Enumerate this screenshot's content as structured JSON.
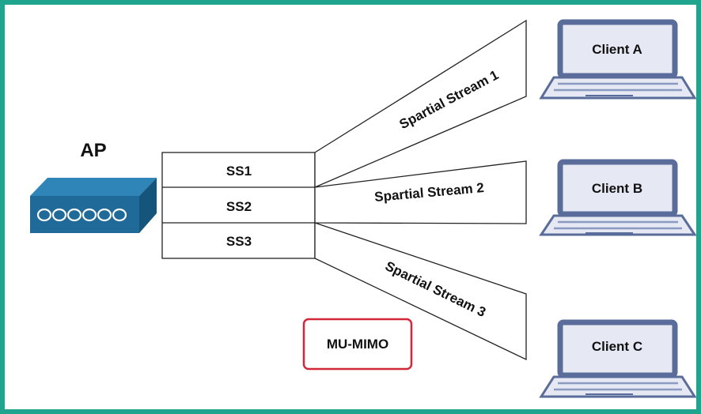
{
  "ap": {
    "title": "AP"
  },
  "streams_box": [
    "SS1",
    "SS2",
    "SS3"
  ],
  "spatial_streams": [
    "Spartial Stream 1",
    "Spartial Stream 2",
    "Spartial Stream 3"
  ],
  "clients": [
    "Client A",
    "Client B",
    "Client C"
  ],
  "badge": "MU-MIMO",
  "colors": {
    "frame": "#1fa58d",
    "device_blue": "#1f6a98",
    "device_top": "#2f85b8",
    "laptop_blue": "#5a6d9a",
    "laptop_screen": "#e6e9f4",
    "badge_border": "#d0283a"
  }
}
